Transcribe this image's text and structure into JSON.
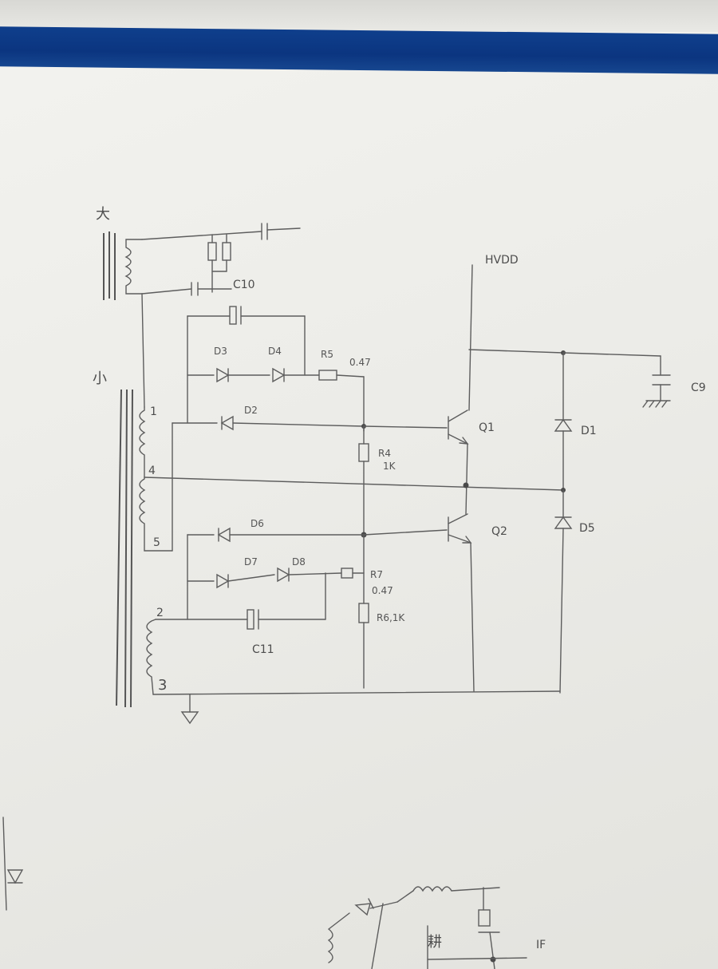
{
  "labels": {
    "hvdd": "HVDD",
    "core_big": "大",
    "core_small": "小",
    "c10": "C10",
    "c9": "C9",
    "c11": "C11",
    "d1": "D1",
    "d2": "D2",
    "d3": "D3",
    "d4": "D4",
    "d5": "D5",
    "d6": "D6",
    "d7": "D7",
    "d8": "D8",
    "r4": "R4",
    "r4_value": "1K",
    "r5": "R5",
    "r5_value": "0.47",
    "r6": "R6,1K",
    "r7": "R7",
    "r7_value": "0.47",
    "q1": "Q1",
    "q2": "Q2",
    "pin1": "1",
    "pin2": "2",
    "pin3": "3",
    "pin4": "4",
    "pin5": "5",
    "bottom_if": "IF",
    "bottom_scribble": "耕"
  }
}
